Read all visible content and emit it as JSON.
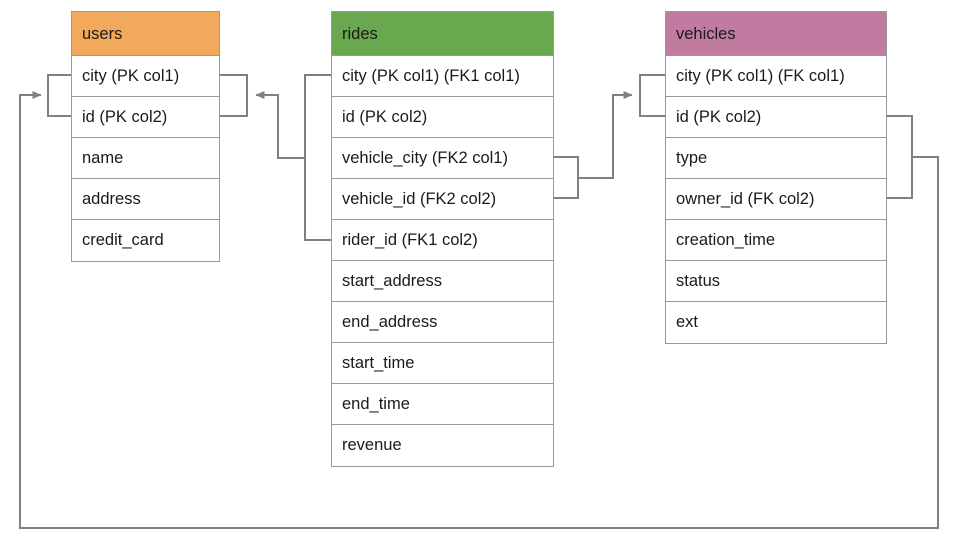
{
  "diagram": {
    "title": "rides database schema",
    "type": "entity-relationship-diagram",
    "background": "#ffffff",
    "line_color": "#808080"
  },
  "tables": [
    {
      "name": "users",
      "header_color": "#f2a95c",
      "columns": [
        "city (PK col1)",
        "id (PK col2)",
        "name",
        "address",
        "credit_card"
      ]
    },
    {
      "name": "rides",
      "header_color": "#6aa84f",
      "columns": [
        "city (PK col1) (FK1 col1)",
        "id (PK col2)",
        "vehicle_city (FK2 col1)",
        "vehicle_id (FK2 col2)",
        "rider_id (FK1 col2)",
        "start_address",
        "end_address",
        "start_time",
        "end_time",
        "revenue"
      ]
    },
    {
      "name": "vehicles",
      "header_color": "#c27ba0",
      "columns": [
        "city (PK col1) (FK col1)",
        "id (PK col2)",
        "type",
        "owner_id (FK col2)",
        "creation_time",
        "status",
        "ext"
      ]
    }
  ],
  "relationships": [
    {
      "name": "rides-fk1-to-users",
      "from_table": "rides",
      "from_columns": [
        "city (PK col1) (FK1 col1)",
        "rider_id (FK1 col2)"
      ],
      "to_table": "users",
      "to_columns": [
        "city (PK col1)",
        "id (PK col2)"
      ]
    },
    {
      "name": "rides-fk2-to-vehicles",
      "from_table": "rides",
      "from_columns": [
        "vehicle_city (FK2 col1)",
        "vehicle_id (FK2 col2)"
      ],
      "to_table": "vehicles",
      "to_columns": [
        "city (PK col1) (FK col1)",
        "id (PK col2)"
      ]
    },
    {
      "name": "vehicles-fk-to-users",
      "from_table": "vehicles",
      "from_columns": [
        "id (PK col2)",
        "owner_id (FK col2)"
      ],
      "to_table": "users",
      "to_columns": [
        "city (PK col1)",
        "id (PK col2)"
      ]
    }
  ]
}
